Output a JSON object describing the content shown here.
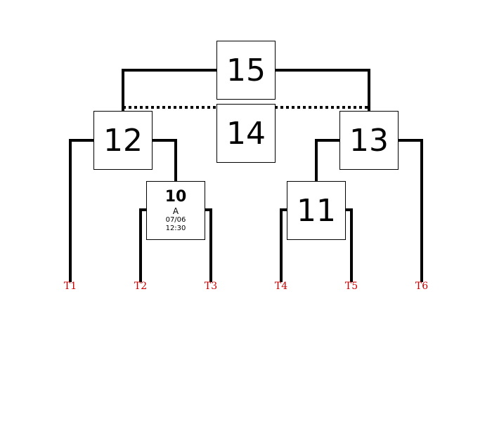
{
  "matches": {
    "m15": "15",
    "m14": "14",
    "m12": "12",
    "m13": "13",
    "m11": "11",
    "m10": {
      "number": "10",
      "court": "A",
      "date": "07/06",
      "time": "12:30"
    }
  },
  "teams": [
    "T1",
    "T2",
    "T3",
    "T4",
    "T5",
    "T6"
  ],
  "colors": {
    "line": "#000000",
    "team_label": "#cc0000"
  }
}
